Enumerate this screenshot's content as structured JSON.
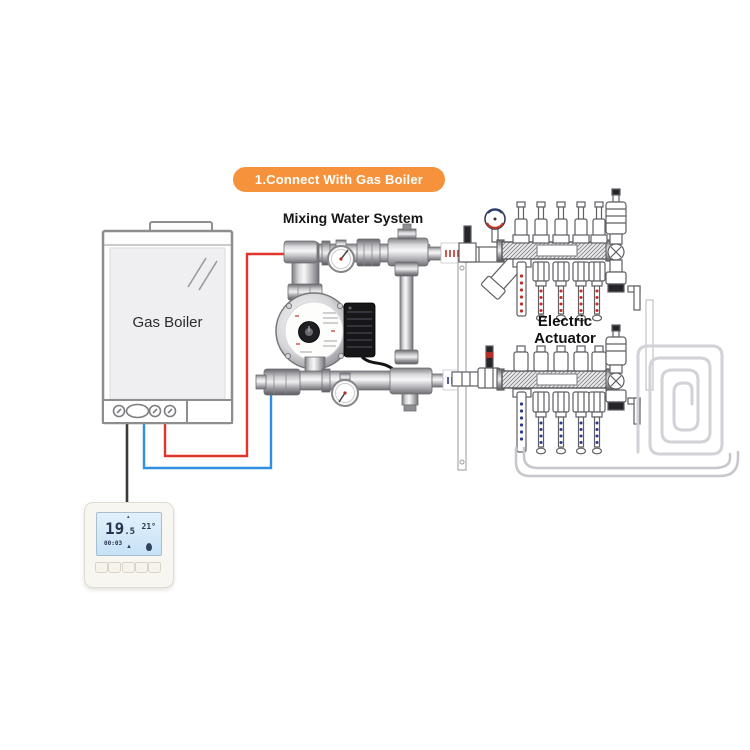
{
  "banner": {
    "label": "1.Connect With Gas Boiler",
    "bg": "#f6923c",
    "text_color": "#ffffff"
  },
  "labels": {
    "mixing_system": "Mixing Water System",
    "gas_boiler": "Gas Boiler",
    "electric_actuator_line1": "Electric",
    "electric_actuator_line2": "Actuator"
  },
  "thermostat": {
    "temp_int": "19",
    "temp_dec": ".5",
    "set_temp": "21°",
    "time": "00:03"
  },
  "colors": {
    "banner_bg": "#f6923c",
    "supply_line_red": "#e0352b",
    "return_line_blue": "#2f8fe0",
    "thermostat_wire": "#3a3a3a",
    "flow_dots_red": "#c03028",
    "flow_dots_blue": "#2b3a8e",
    "coil_gray": "#d2d2d8",
    "lcd_blue": "#cfe6f8"
  }
}
